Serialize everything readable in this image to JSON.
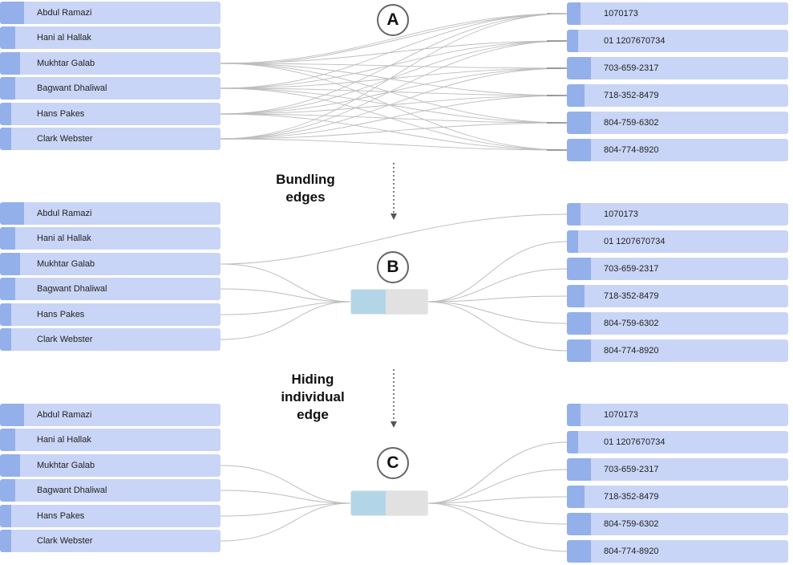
{
  "sections": [
    {
      "marker": "A",
      "people": [
        {
          "name": "Abdul Ramazi",
          "bar": 0.11
        },
        {
          "name": "Hani al Hallak",
          "bar": 0.07
        },
        {
          "name": "Mukhtar Galab",
          "bar": 0.09
        },
        {
          "name": "Bagwant Dhaliwal",
          "bar": 0.07
        },
        {
          "name": "Hans Pakes",
          "bar": 0.05
        },
        {
          "name": "Clark Webster",
          "bar": 0.05
        }
      ],
      "phones": [
        {
          "number": "1070173",
          "bar": 0.06
        },
        {
          "number": "01 1207670734",
          "bar": 0.05
        },
        {
          "number": "703-659-2317",
          "bar": 0.11
        },
        {
          "number": "718-352-8479",
          "bar": 0.08
        },
        {
          "number": "804-759-6302",
          "bar": 0.11
        },
        {
          "number": "804-774-8920",
          "bar": 0.11
        }
      ]
    },
    {
      "marker": "B",
      "people": [
        {
          "name": "Abdul Ramazi",
          "bar": 0.11
        },
        {
          "name": "Hani al Hallak",
          "bar": 0.07
        },
        {
          "name": "Mukhtar Galab",
          "bar": 0.09
        },
        {
          "name": "Bagwant Dhaliwal",
          "bar": 0.07
        },
        {
          "name": "Hans Pakes",
          "bar": 0.05
        },
        {
          "name": "Clark Webster",
          "bar": 0.05
        }
      ],
      "phones": [
        {
          "number": "1070173",
          "bar": 0.06
        },
        {
          "number": "01 1207670734",
          "bar": 0.05
        },
        {
          "number": "703-659-2317",
          "bar": 0.11
        },
        {
          "number": "718-352-8479",
          "bar": 0.08
        },
        {
          "number": "804-759-6302",
          "bar": 0.11
        },
        {
          "number": "804-774-8920",
          "bar": 0.11
        }
      ]
    },
    {
      "marker": "C",
      "people": [
        {
          "name": "Abdul Ramazi",
          "bar": 0.11
        },
        {
          "name": "Hani al Hallak",
          "bar": 0.07
        },
        {
          "name": "Mukhtar Galab",
          "bar": 0.09
        },
        {
          "name": "Bagwant Dhaliwal",
          "bar": 0.07
        },
        {
          "name": "Hans Pakes",
          "bar": 0.05
        },
        {
          "name": "Clark Webster",
          "bar": 0.05
        }
      ],
      "phones": [
        {
          "number": "1070173",
          "bar": 0.06
        },
        {
          "number": "01 1207670734",
          "bar": 0.05
        },
        {
          "number": "703-659-2317",
          "bar": 0.11
        },
        {
          "number": "718-352-8479",
          "bar": 0.08
        },
        {
          "number": "804-759-6302",
          "bar": 0.11
        },
        {
          "number": "804-774-8920",
          "bar": 0.11
        }
      ]
    }
  ],
  "steps": [
    {
      "line1": "Bundling",
      "line2": "edges",
      "line3": ""
    },
    {
      "line1": "Hiding",
      "line2": "individual",
      "line3": "edge"
    }
  ],
  "colors": {
    "node_fill": "#c9d5f6",
    "node_bar": "#93b0ea",
    "edge": "#bdbdbd",
    "edge_dark": "#6f6f6f",
    "bundle_left": "#b2d6e8",
    "bundle_right": "#e1e1e1"
  }
}
